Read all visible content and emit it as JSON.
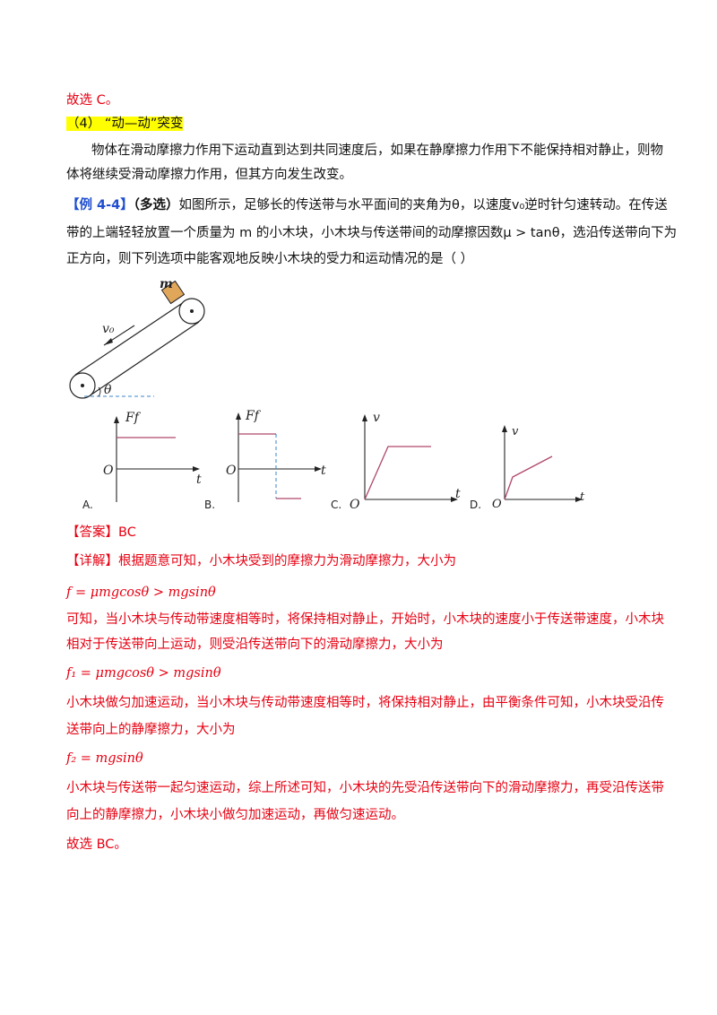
{
  "lines": {
    "l1": "故选 C。",
    "heading": "（4）  “动—动”突变",
    "p1a": "物体在滑动摩擦力作用下运动直到达到共同速度后，如果在静摩擦力作用下不能保持相对静止，则物",
    "p1b": "体将继续受滑动摩擦力作用，但其方向发生改变。",
    "ex_tag": "【例 4-4】",
    "ex_multi": "（多选）",
    "ex_a": "如图所示，足够长的传送带与水平面间的夹角为θ，以速度v₀逆时针匀速转动。在传送",
    "ex_b": "带的上端轻轻放置一个质量为 m 的小木块，小木块与传送带间的动摩擦因数μ > tanθ，选沿传送带向下为",
    "ex_c": "正方向，则下列选项中能客观地反映小木块的受力和运动情况的是（        ）",
    "answer": "【答案】BC",
    "detail": "【详解】根据题意可知，小木块受到的摩擦力为滑动摩擦力，大小为",
    "eq1": "f = μmgcosθ > mgsinθ",
    "d2a": "可知，当小木块与传动带速度相等时，将保持相对静止，开始时，小木块的速度小于传送带速度，小木块",
    "d2b": "相对于传送带向上运动，则受沿传送带向下的滑动摩擦力，大小为",
    "eq2": "f₁ = μmgcosθ > mgsinθ",
    "d3a": "小木块做匀加速运动，当小木块与传动带速度相等时，将保持相对静止，由平衡条件可知，小木块受沿传",
    "d3b": "送带向上的静摩擦力，大小为",
    "eq3": "f₂ = mgsinθ",
    "d4a": "小木块与传送带一起匀速运动，综上所述可知，小木块的先受沿传送带向下的滑动摩擦力，再受沿传送带",
    "d4b": "向上的静摩擦力，小木块小做匀加速运动，再做匀速运动。",
    "final": "故选 BC。"
  },
  "figure": {
    "mass_label": "m",
    "v0_label": "v₀",
    "theta_label": "θ"
  },
  "options": [
    {
      "letter": "A.",
      "ylabel": "Ff",
      "origin": "O",
      "xlabel": "t"
    },
    {
      "letter": "B.",
      "ylabel": "Ff",
      "origin": "O",
      "xlabel": "t"
    },
    {
      "letter": "C.",
      "ylabel": "v",
      "origin": "O",
      "xlabel": "t"
    },
    {
      "letter": "D.",
      "ylabel": "v",
      "origin": "O",
      "xlabel": "t"
    }
  ],
  "colors": {
    "red": "#e60012",
    "blue": "#1f4ecf",
    "highlight": "#ffff00",
    "graph": "#b0476a",
    "block": "#e0a65a"
  }
}
